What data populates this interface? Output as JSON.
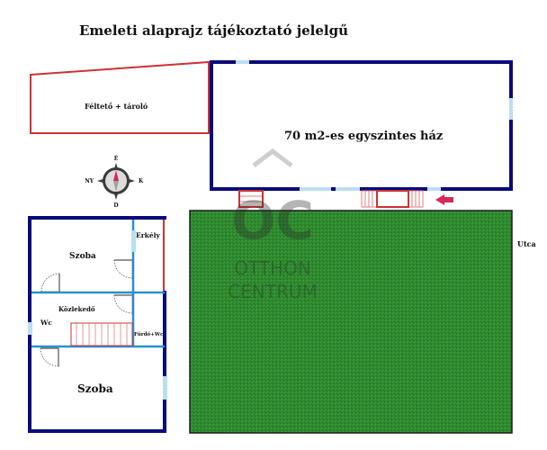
{
  "title": "Emeleti alaprajz tájékoztató jelelgű",
  "labels": {
    "attic_storage": "Féltető + tároló",
    "house": "70 m2-es egyszintes ház",
    "street": "Utca",
    "room_upper": "Szoba",
    "balcony": "Erkély",
    "corridor": "Közlekedő",
    "wc": "Wc",
    "bathroom": "Fürdő+Wc",
    "room_lower": "Szoba"
  },
  "compass": {
    "north": "É",
    "south": "D",
    "east": "K",
    "west": "NY"
  },
  "watermark": {
    "monogram": "OC",
    "line1": "OTTHON",
    "line2": "CENTRUM"
  },
  "colors": {
    "wall": "#0a0a7a",
    "inner_wall": "#2a8fd0",
    "window": "#a8d4ee",
    "red_outline": "#cc3333",
    "lawn": "#2f8a2f",
    "arrow": "#d6285a"
  }
}
